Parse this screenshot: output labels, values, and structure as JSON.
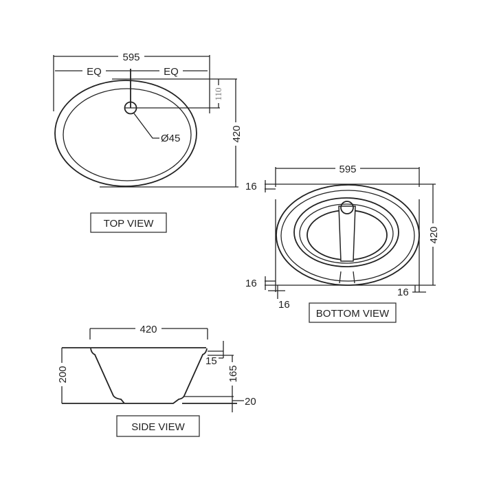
{
  "top_view": {
    "label": "TOP VIEW",
    "width_dim": "595",
    "eq_left": "EQ",
    "eq_right": "EQ",
    "offset_dim": "110",
    "depth_dim": "420",
    "drain_dim": "Ø45"
  },
  "bottom_view": {
    "label": "BOTTOM VIEW",
    "width_dim": "595",
    "depth_dim": "420",
    "rim_top_left": "16",
    "rim_bottom_left": "16",
    "rim_bottom": "16",
    "rim_right": "16"
  },
  "side_view": {
    "label": "SIDE VIEW",
    "width_dim": "420",
    "height_dim": "200",
    "rim_dim": "15",
    "bowl_depth_dim": "165",
    "base_dim": "20"
  }
}
